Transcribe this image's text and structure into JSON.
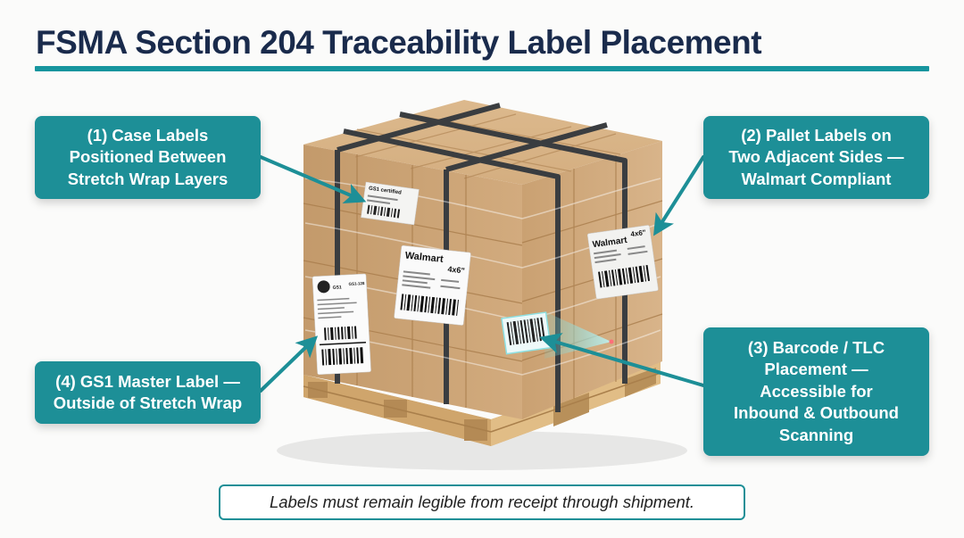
{
  "title": "FSMA Section 204 Traceability Label Placement",
  "colors": {
    "title": "#1a2b4c",
    "accent_teal": "#1d8f97",
    "rule_teal": "#17959e",
    "cardboard": "#c9a274",
    "pallet_wood": "#d9b27a",
    "strap": "#3a3d40"
  },
  "callouts": [
    {
      "id": "1",
      "lines": [
        "(1) Case Labels",
        "Positioned Between",
        "Stretch Wrap Layers"
      ]
    },
    {
      "id": "2",
      "lines": [
        "(2) Pallet Labels on",
        "Two Adjacent Sides —",
        "Walmart Compliant"
      ]
    },
    {
      "id": "3",
      "lines": [
        "(3) Barcode / TLC",
        "Placement —",
        "Accessible for",
        "Inbound & Outbound",
        "Scanning"
      ]
    },
    {
      "id": "4",
      "lines": [
        "(4) GS1 Master Label —",
        "Outside of Stretch Wrap"
      ]
    }
  ],
  "labels": {
    "walmart_front": {
      "brand": "Walmart",
      "size": "4x6\""
    },
    "walmart_side": {
      "brand": "Walmart",
      "size": "4x6\""
    },
    "gs1_master": {
      "brand": "GS1",
      "code": "GS1-128"
    },
    "case_label": {
      "brand": "GS1 certified"
    }
  },
  "footer_note": "Labels must remain legible from receipt through shipment."
}
